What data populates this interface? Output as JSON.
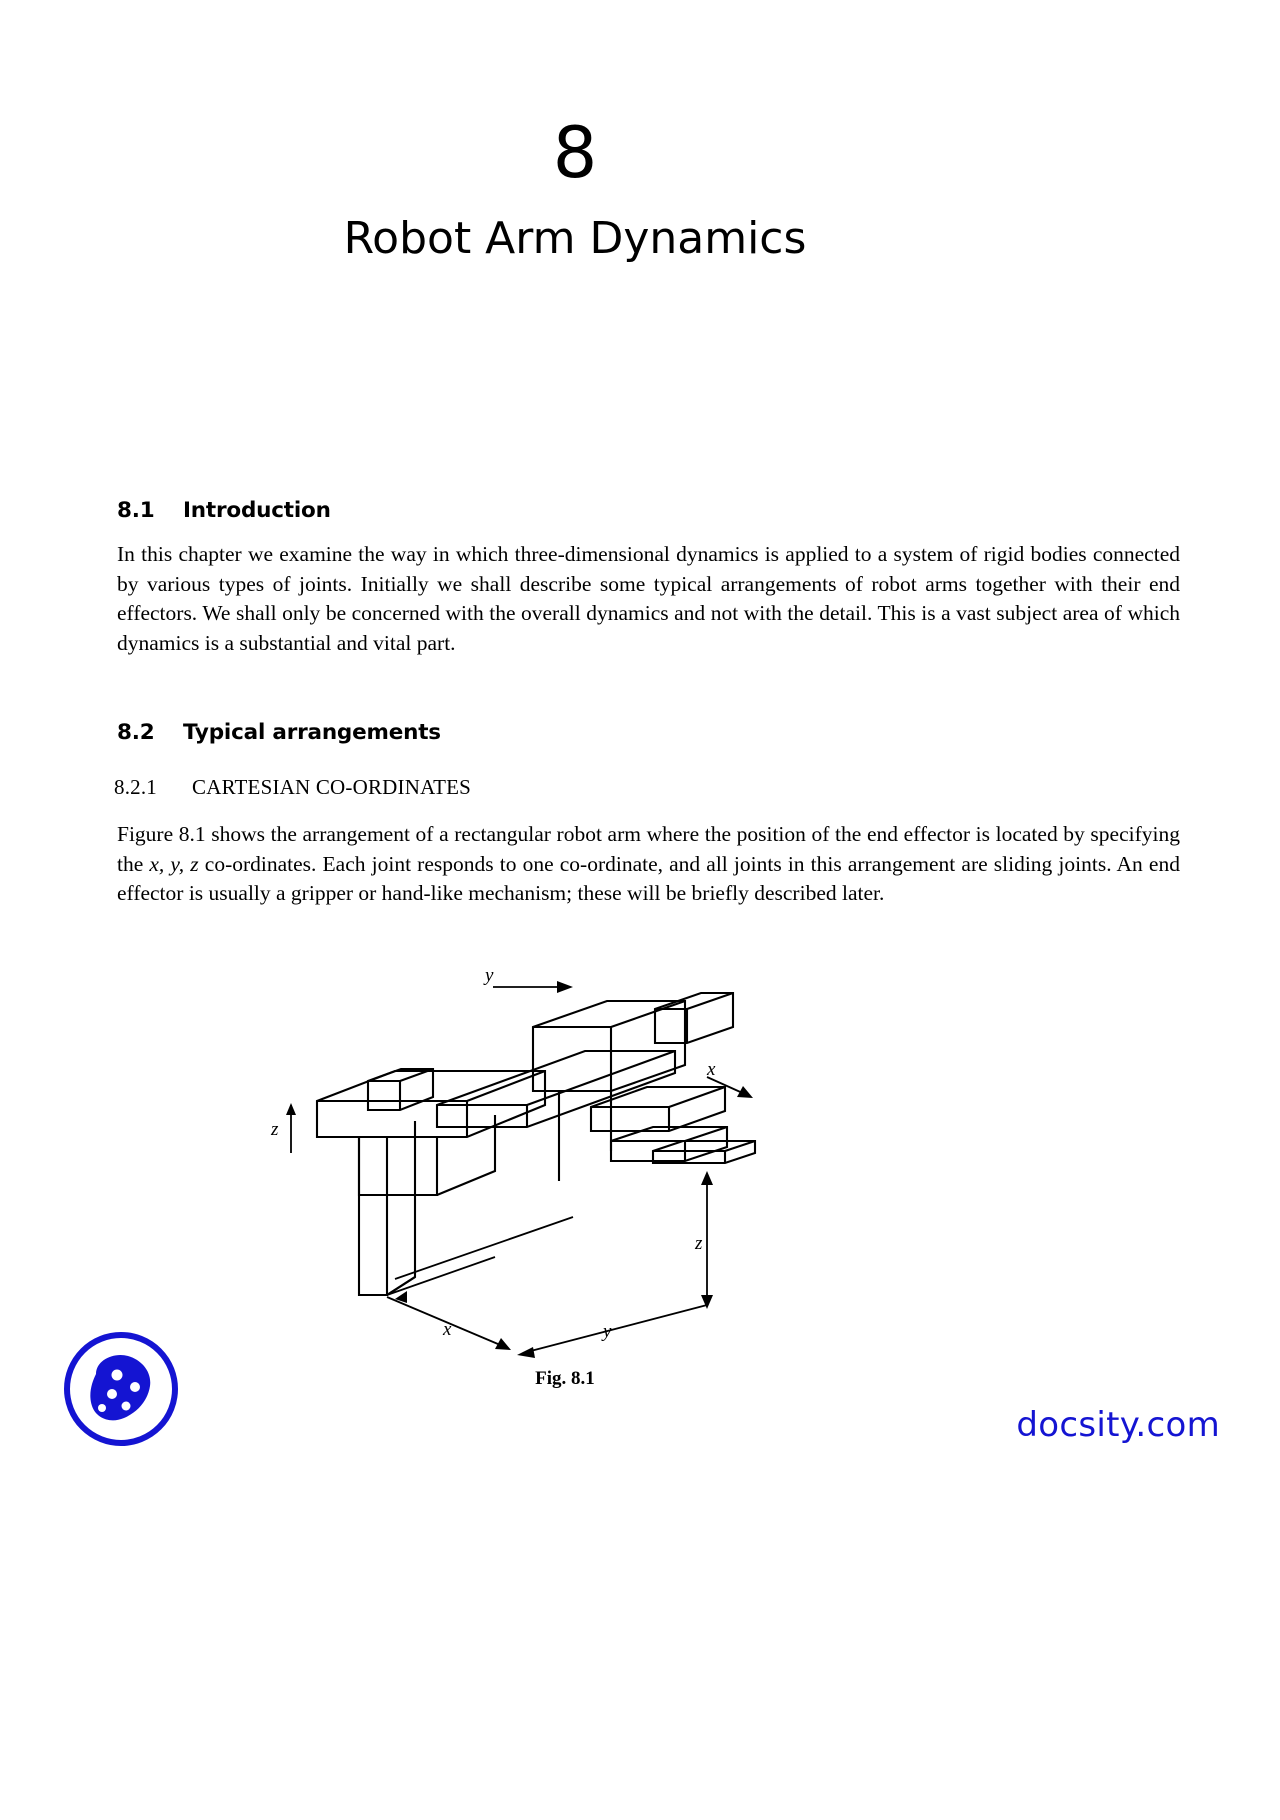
{
  "document": {
    "chapter_number": "8",
    "chapter_title": "Robot Arm Dynamics"
  },
  "sections": [
    {
      "number": "8.1",
      "title": "Introduction",
      "paragraph": "In this chapter we examine the way in which three-dimensional dynamics is applied to a system of rigid bodies connected by various types of joints. Initially we shall describe some typical arrangements of robot arms together with their end effectors. We shall only be concerned with the overall dynamics and not with the detail. This is a vast subject area of which dynamics is a substantial and vital part."
    },
    {
      "number": "8.2",
      "title": "Typical arrangements"
    }
  ],
  "subsection": {
    "number": "8.2.1",
    "title": "CARTESIAN CO-ORDINATES",
    "paragraph_lead": "Figure 8.1 shows the arrangement of a rectangular robot arm where the position of the end effector is located by specifying the ",
    "paragraph_italic_1": "x, y, z",
    "paragraph_mid": " co-ordinates. Each joint responds to one co-ordinate, and all joints in this arrangement are sliding joints. An end effector is usually a gripper or hand-like mechanism; these will be briefly described later."
  },
  "figure": {
    "caption": "Fig. 8.1",
    "axis_labels": {
      "y_top": "y",
      "x_right": "x",
      "z_left": "z",
      "z_right": "z",
      "x_bottom": "x",
      "y_bottom": "y"
    }
  },
  "branding": {
    "site": "docsity.com",
    "logo_name": "docsity-logo",
    "brand_color": "#1414d2"
  }
}
